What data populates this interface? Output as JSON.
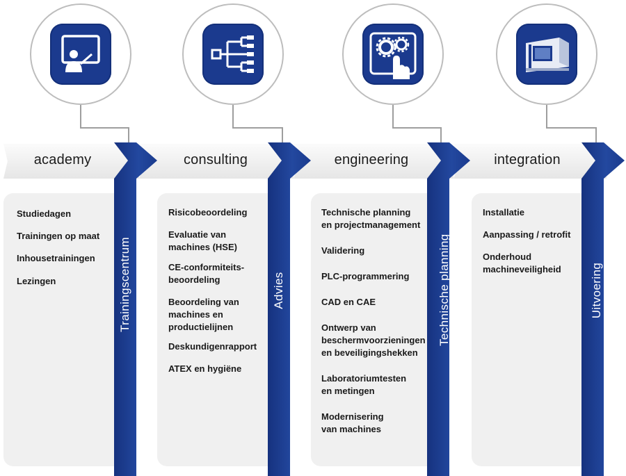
{
  "columns": [
    {
      "title": "academy",
      "icon": "classroom-presenter-icon",
      "vertical_label": "Trainingscentrum",
      "items": [
        "Studiedagen",
        "Trainingen op maat",
        "Inhousetrainingen",
        "Lezingen"
      ]
    },
    {
      "title": "consulting",
      "icon": "flowchart-tree-icon",
      "vertical_label": "Advies",
      "items": [
        "Risicobeoordeling",
        "Evaluatie van\nmachines (HSE)",
        "CE-conformiteits-\nbeoordeling",
        "Beoordeling van\nmachines en\nproductielijnen",
        "Deskundigenrapport",
        "ATEX en hygiëne"
      ]
    },
    {
      "title": "engineering",
      "icon": "gears-touch-tablet-icon",
      "vertical_label": "Technische planning",
      "items": [
        "Technische planning\nen projectmanagement",
        "Validering",
        "PLC-programmering",
        "CAD en CAE",
        "Ontwerp van\nbeschermvoorzieningen\nen beveiligingshekken",
        "Laboratoriumtesten\nen metingen",
        "Modernisering\nvan machines"
      ]
    },
    {
      "title": "integration",
      "icon": "industrial-machine-icon",
      "vertical_label": "Uitvoering",
      "items": [
        "Installatie",
        "Aanpassing / retrofit",
        "Onderhoud\nmachineveiligheid"
      ]
    }
  ],
  "colors": {
    "ribbon_blue": "#1b3a8e",
    "card_gray": "#f0f0f0",
    "banner_gray": "#e8e8e8"
  }
}
